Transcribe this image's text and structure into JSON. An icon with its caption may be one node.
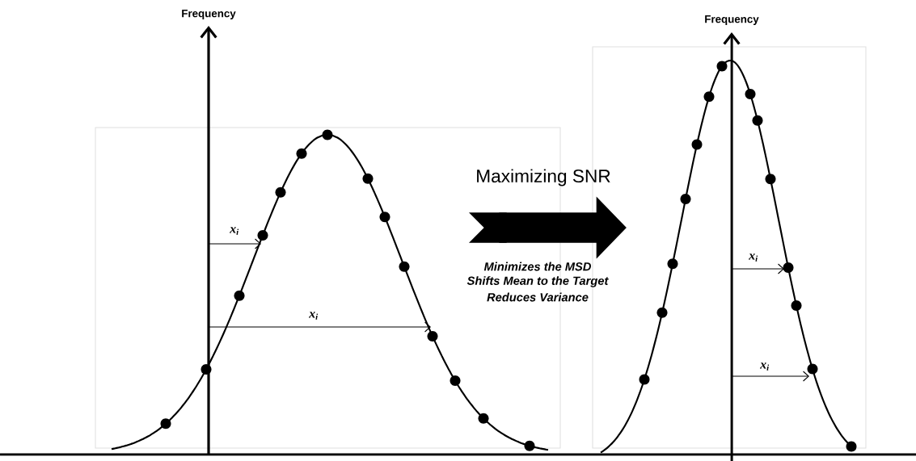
{
  "diagram": {
    "labels": [
      "Frequency",
      "x$_{i}$",
      "x$_{i}$",
      "Maximizing SNR",
      "Minimizes the MSD",
      "Shifts Mean to the Target",
      "Reduces Variance",
      "Frequency",
      "x$_{i}$",
      "x$_{i}$"
    ]
  }
}
